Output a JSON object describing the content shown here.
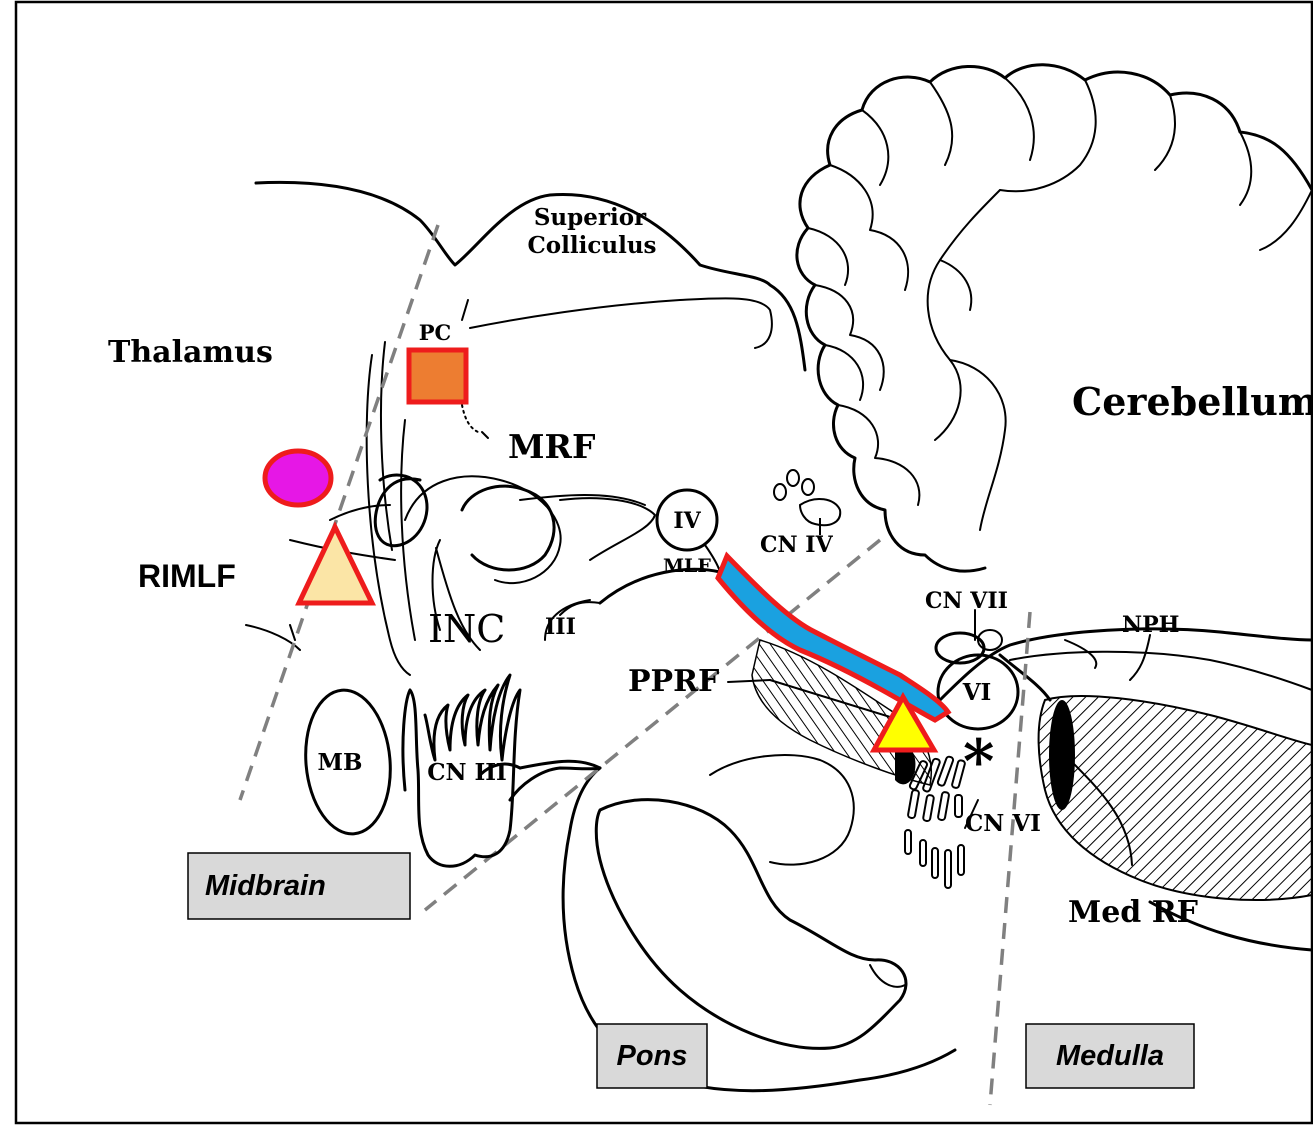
{
  "labels": {
    "superior_colliculus_line1": "Superior",
    "superior_colliculus_line2": "Colliculus",
    "pc": "PC",
    "thalamus": "Thalamus",
    "mrf": "MRF",
    "cerebellum": "Cerebellum",
    "rimlf": "RIMLF",
    "inc": "INC",
    "iii": "III",
    "iv": "IV",
    "mlf": "MLF",
    "cn_iv": "CN IV",
    "cn_vii": "CN VII",
    "nph": "NPH",
    "pprf": "PPRF",
    "vi": "VI",
    "asterisk": "*",
    "mb": "MB",
    "cn_iii": "CN III",
    "cn_vi": "CN VI",
    "med_rf": "Med RF"
  },
  "regions": {
    "midbrain": "Midbrain",
    "pons": "Pons",
    "medulla": "Medulla"
  },
  "colors": {
    "marker_outline": "#ee1c1c",
    "pc_square_fill": "#ed7d31",
    "ellipse_fill": "#e617e6",
    "rimlf_triangle_fill": "#fbe5a6",
    "pprf_triangle_fill": "#ffff00",
    "mlf_tract_fill": "#1aa1e0",
    "region_box_fill": "#d9d9d9",
    "dashed_boundary": "#808080"
  }
}
